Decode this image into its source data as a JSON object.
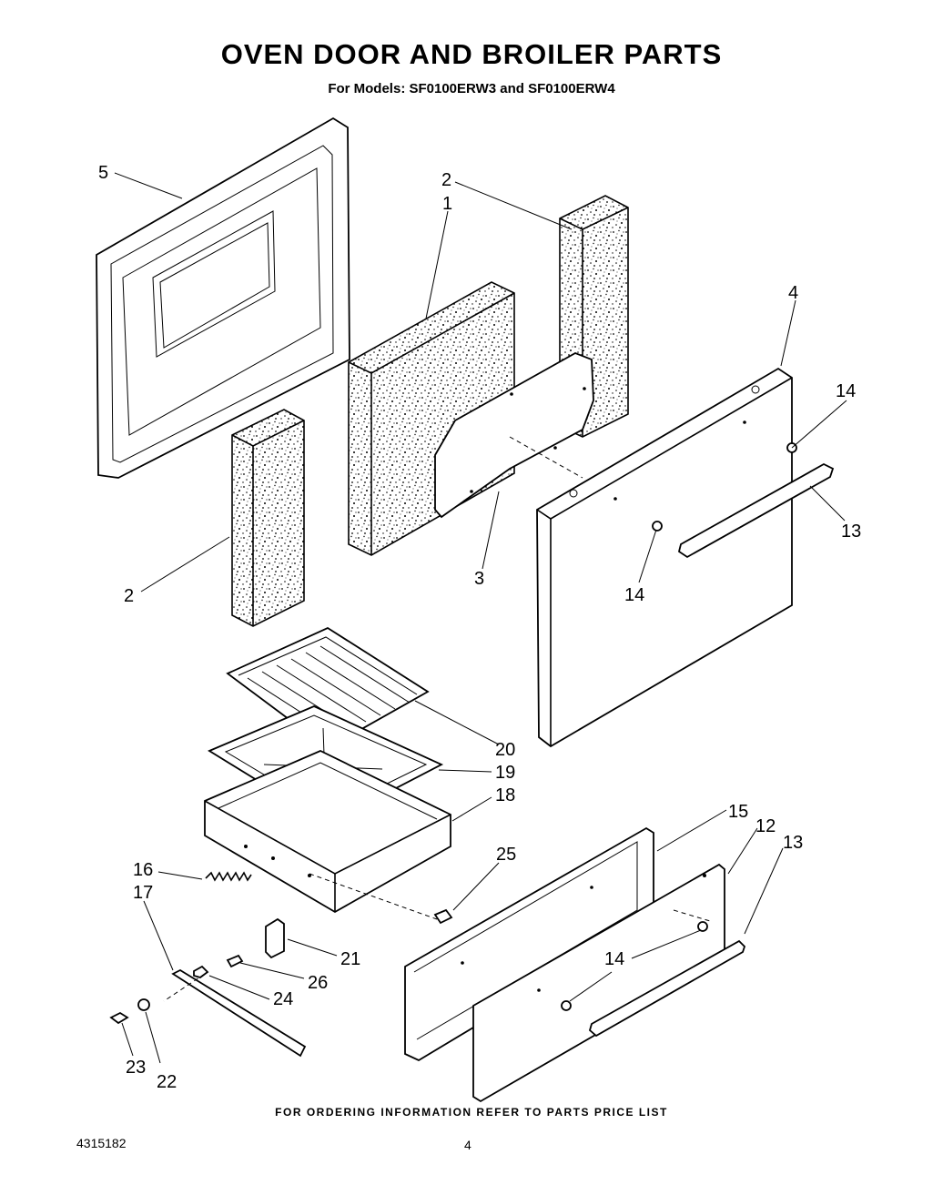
{
  "header": {
    "title": "OVEN DOOR AND BROILER PARTS",
    "subtitle": "For Models: SF0100ERW3 and SF0100ERW4"
  },
  "footer": {
    "note": "FOR ORDERING INFORMATION REFER TO PARTS PRICE LIST",
    "doc_number": "4315182",
    "page_number": "4"
  },
  "callouts": [
    "5",
    "2",
    "1",
    "4",
    "14",
    "13",
    "14",
    "2",
    "3",
    "20",
    "19",
    "18",
    "15",
    "12",
    "13",
    "25",
    "16",
    "17",
    "21",
    "26",
    "24",
    "14",
    "23",
    "22"
  ]
}
